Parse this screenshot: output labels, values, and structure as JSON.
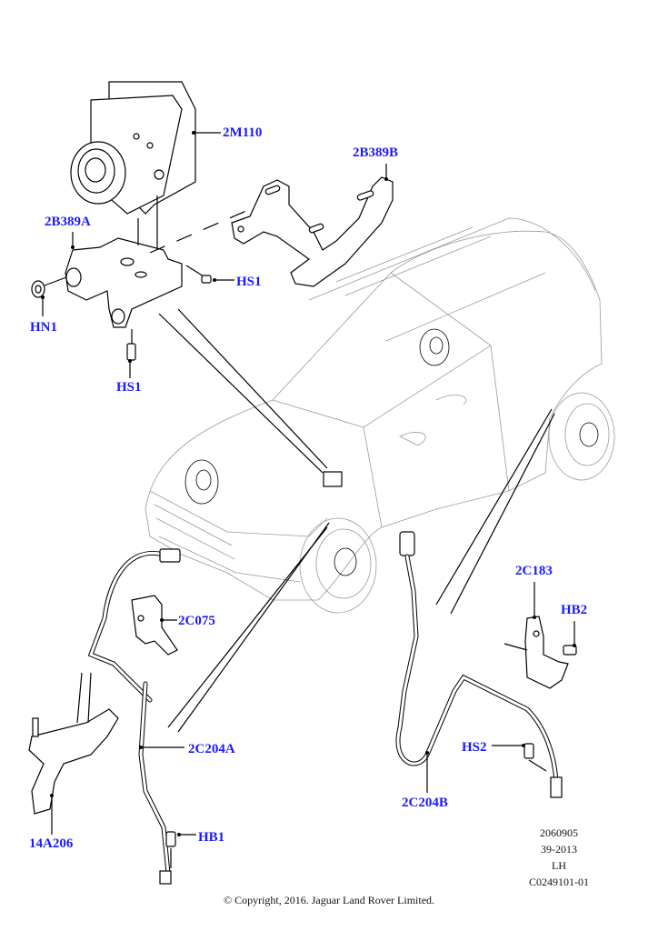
{
  "diagram": {
    "title": "ABS module and wheel speed sensors",
    "callouts": [
      {
        "id": "2M110",
        "label": "2M110"
      },
      {
        "id": "2B389B",
        "label": "2B389B"
      },
      {
        "id": "2B389A",
        "label": "2B389A"
      },
      {
        "id": "HS1_upper",
        "label": "HS1"
      },
      {
        "id": "HN1",
        "label": "HN1"
      },
      {
        "id": "HS1_lower",
        "label": "HS1"
      },
      {
        "id": "2C183",
        "label": "2C183"
      },
      {
        "id": "HB2",
        "label": "HB2"
      },
      {
        "id": "2C075",
        "label": "2C075"
      },
      {
        "id": "2C204A",
        "label": "2C204A"
      },
      {
        "id": "HS2",
        "label": "HS2"
      },
      {
        "id": "2C204B",
        "label": "2C204B"
      },
      {
        "id": "14A206",
        "label": "14A206"
      },
      {
        "id": "HB1",
        "label": "HB1"
      }
    ],
    "reference": {
      "number": "2060905",
      "code": "39-2013",
      "side": "LH",
      "illustration_id": "C0249101-01"
    },
    "copyright": "© Copyright, 2016. Jaguar Land Rover Limited.",
    "label_color": "#1a1aff"
  }
}
